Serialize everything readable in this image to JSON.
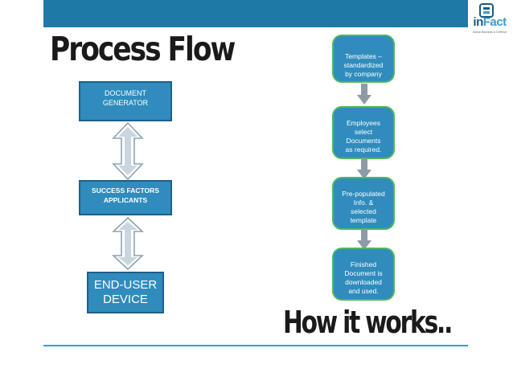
{
  "header": {
    "title": "Process Flow",
    "bar_color": "#1f79a7"
  },
  "logo": {
    "word_main": "in",
    "word_accent": "Fact",
    "tagline": "Global Business & Defence",
    "mark_color": "#1b5a82"
  },
  "left_stack": {
    "boxes": [
      {
        "lines": [
          "DOCUMENT",
          "GENERATOR"
        ]
      },
      {
        "lines": [
          "SUCCESS FACTORS",
          "APPLICANTS"
        ]
      },
      {
        "lines": [
          "END-USER",
          "DEVICE"
        ]
      }
    ],
    "box_color": "#2f8cbd",
    "arrow_color": "#9fb6c6"
  },
  "flow": {
    "steps": [
      {
        "lines": [
          "Templates –",
          "standardized",
          "by company"
        ]
      },
      {
        "lines": [
          "Employees",
          "select",
          "Documents",
          "as required."
        ]
      },
      {
        "lines": [
          "Pre-populated",
          "Info. &",
          "selected",
          "template"
        ]
      },
      {
        "lines": [
          "Finished",
          "Document  is",
          "downloaded",
          "and used."
        ]
      }
    ],
    "border_color": "#4fb85c",
    "arrow_color": "#8c9ba6"
  },
  "footer": {
    "subtitle": "How it works..",
    "rule_color": "#3a9bd1"
  }
}
